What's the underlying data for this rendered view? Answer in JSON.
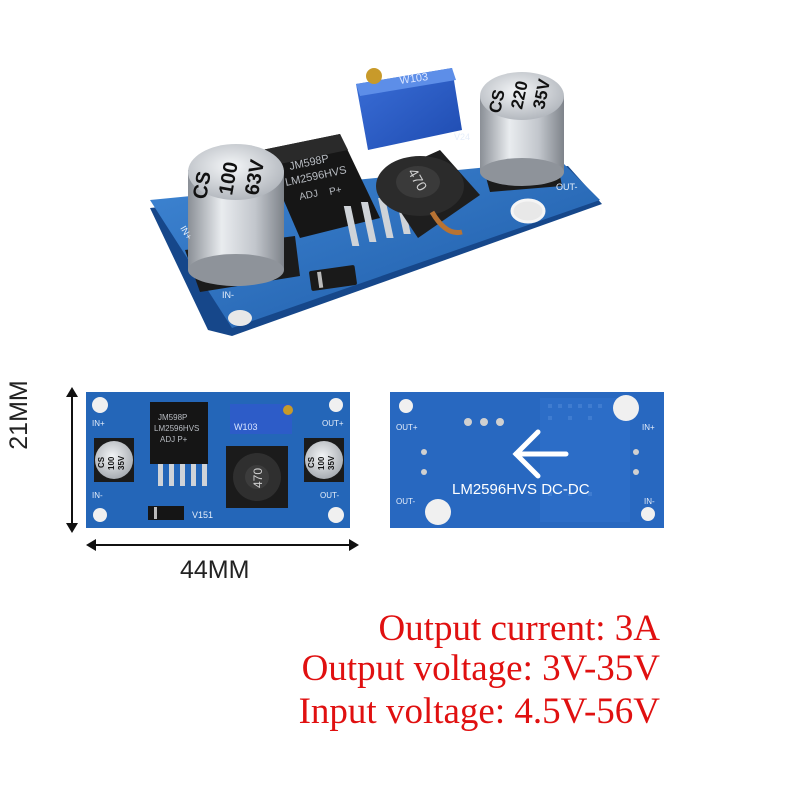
{
  "top_board": {
    "big_cap": {
      "brand": "CS",
      "value": "100",
      "voltage": "63V"
    },
    "small_cap": {
      "brand": "CS",
      "value": "220",
      "voltage": "35V"
    },
    "ic": {
      "line1": "JM598P",
      "line2": "LM2596HVS",
      "line3": "ADJ",
      "line4": "P+"
    },
    "inductor": "470",
    "pot": "W103",
    "silk": {
      "in_plus": "IN+",
      "in_minus": "IN-",
      "out_minus": "OUT-",
      "v24": "V24"
    }
  },
  "front_board": {
    "ic": {
      "line1": "JM598P",
      "line2": "LM2596HVS",
      "line3": "ADJ P+"
    },
    "inductor": "470",
    "pot": "W103",
    "cap_left": {
      "brand": "CS",
      "value": "100",
      "voltage": "35V"
    },
    "cap_right": {
      "brand": "CS",
      "value": "100",
      "voltage": "35V"
    },
    "silk": {
      "in_plus": "IN+",
      "in_minus": "IN-",
      "out_plus": "OUT+",
      "out_minus": "OUT-",
      "v151": "V151"
    }
  },
  "back_board": {
    "label": "LM2596HVS DC-DC",
    "silk": {
      "out_plus": "OUT+",
      "out_minus": "OUT-",
      "in_plus": "IN+",
      "in_minus": "IN-"
    }
  },
  "dimensions": {
    "height": "21MM",
    "width": "44MM"
  },
  "specs": {
    "output_current": "Output current: 3A",
    "output_voltage": "Output voltage: 3V-35V",
    "input_voltage": "Input voltage: 4.5V-56V"
  },
  "colors": {
    "pcb": "#2466b8",
    "spec_text": "#e01010"
  }
}
